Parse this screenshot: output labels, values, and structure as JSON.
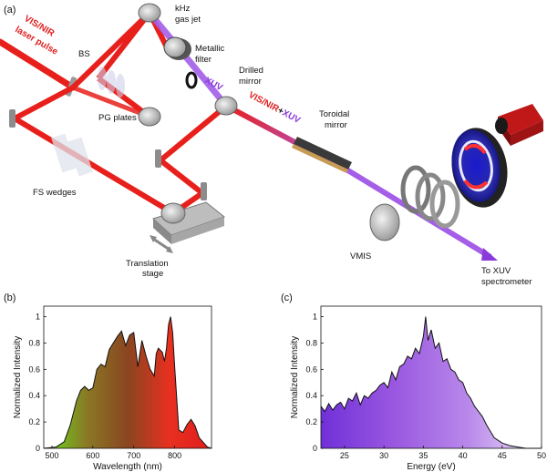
{
  "panels": {
    "a": "(a)",
    "b": "(b)",
    "c": "(c)"
  },
  "setup_labels": {
    "laser_line1": "VIS/NIR",
    "laser_line2": "laser pulse",
    "bs": "BS",
    "gas_jet_line1": "kHz",
    "gas_jet_line2": "gas jet",
    "filter_line1": "Metallic",
    "filter_line2": "filter",
    "xuv": "XUV",
    "drilled_line1": "Drilled",
    "drilled_line2": "mirror",
    "combined_a": "VIS/NIR",
    "combined_plus": "+",
    "combined_b": "XUV",
    "toroidal_line1": "Toroidal",
    "toroidal_line2": "mirror",
    "pg_plates": "PG plates",
    "fs_wedges": "FS wedges",
    "vmis": "VMIS",
    "stage_line1": "Translation",
    "stage_line2": "stage",
    "spectrometer_line1": "To XUV",
    "spectrometer_line2": "spectrometer"
  },
  "colors": {
    "laser": "#e8201c",
    "xuv": "#a45ee8",
    "xuv_dark": "#7a30c8",
    "red_text": "#e02020",
    "purple_text": "#8a3ad8"
  },
  "chart_data": [
    {
      "type": "area",
      "panel": "(b)",
      "xlabel": "Wavelength (nm)",
      "ylabel": "Normalized Intensity",
      "xlim": [
        480,
        890
      ],
      "ylim": [
        0,
        1.08
      ],
      "xticks": [
        500,
        600,
        700,
        800
      ],
      "yticks": [
        0,
        0.2,
        0.4,
        0.6,
        0.8,
        1
      ],
      "gradient": [
        "#66e01a",
        "#8a7a25",
        "#8a4520",
        "#e83020",
        "#e01c1c"
      ],
      "x": [
        480,
        510,
        530,
        545,
        560,
        570,
        580,
        590,
        600,
        610,
        620,
        630,
        640,
        650,
        660,
        670,
        680,
        690,
        700,
        710,
        720,
        730,
        740,
        750,
        755,
        760,
        770,
        775,
        780,
        785,
        790,
        795,
        800,
        810,
        820,
        830,
        840,
        850,
        860,
        880,
        890
      ],
      "y": [
        0,
        0.01,
        0.05,
        0.18,
        0.36,
        0.44,
        0.47,
        0.44,
        0.46,
        0.6,
        0.64,
        0.62,
        0.75,
        0.8,
        0.85,
        0.89,
        0.78,
        0.86,
        0.88,
        0.62,
        0.82,
        0.7,
        0.6,
        0.55,
        0.72,
        0.76,
        0.73,
        0.66,
        0.76,
        0.94,
        1.0,
        0.88,
        0.62,
        0.14,
        0.12,
        0.18,
        0.22,
        0.17,
        0.08,
        0.01,
        0
      ]
    },
    {
      "type": "area",
      "panel": "(c)",
      "xlabel": "Energy (eV)",
      "ylabel": "Normalized Intensity",
      "xlim": [
        22,
        50
      ],
      "ylim": [
        0,
        1.08
      ],
      "xticks": [
        25,
        30,
        35,
        40,
        45,
        50
      ],
      "yticks": [
        0,
        0.2,
        0.4,
        0.6,
        0.8,
        1
      ],
      "gradient": [
        "#7030d8",
        "#9a58e0",
        "#b888ea",
        "#ede2f8"
      ],
      "x": [
        22,
        22.5,
        23,
        23.5,
        24,
        24.5,
        25,
        25.5,
        26,
        26.5,
        27,
        27.5,
        28,
        28.5,
        29,
        29.5,
        30,
        30.5,
        31,
        31.5,
        32,
        32.5,
        33,
        33.5,
        34,
        34.5,
        35,
        35.3,
        35.6,
        36,
        36.5,
        37,
        37.5,
        38,
        38.5,
        39,
        39.5,
        40,
        40.5,
        41,
        41.5,
        42,
        42.5,
        43,
        43.5,
        44,
        45,
        46,
        47,
        48,
        50
      ],
      "y": [
        0.32,
        0.28,
        0.34,
        0.29,
        0.33,
        0.35,
        0.3,
        0.38,
        0.36,
        0.42,
        0.33,
        0.4,
        0.38,
        0.42,
        0.44,
        0.48,
        0.5,
        0.46,
        0.58,
        0.52,
        0.62,
        0.64,
        0.7,
        0.68,
        0.76,
        0.72,
        0.85,
        1.0,
        0.82,
        0.9,
        0.76,
        0.8,
        0.66,
        0.68,
        0.6,
        0.58,
        0.52,
        0.5,
        0.42,
        0.38,
        0.32,
        0.28,
        0.24,
        0.18,
        0.13,
        0.08,
        0.04,
        0.02,
        0.01,
        0,
        0
      ]
    }
  ]
}
